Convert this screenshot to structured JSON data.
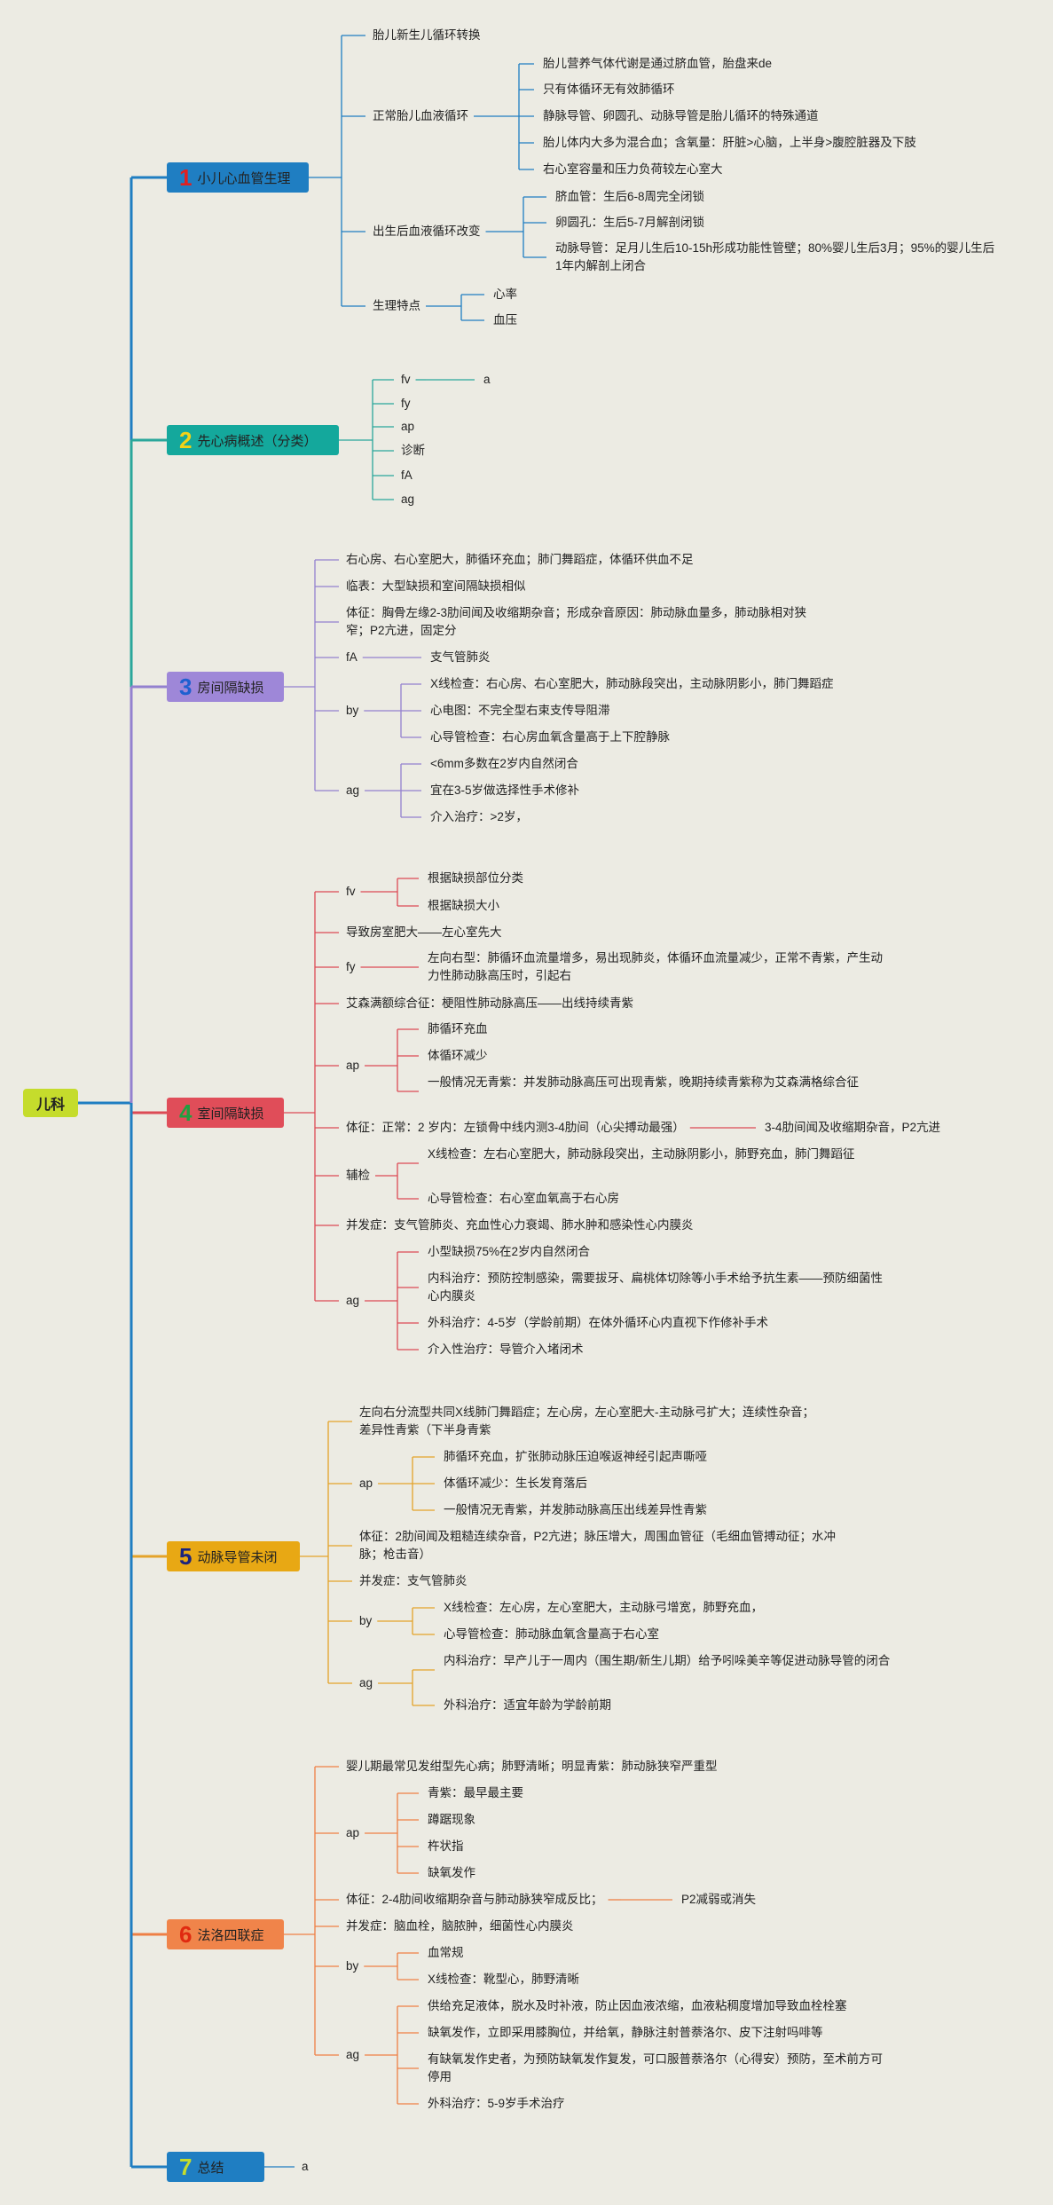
{
  "root": {
    "label": "儿科",
    "color": "#c5dc2c"
  },
  "sections": [
    {
      "num": "1",
      "label": "小儿心血管生理",
      "fill": "#1f7ec2",
      "num_color": "#e02020",
      "line": "#1f7ec2",
      "children": [
        {
          "label": "胎儿新生儿循环转换"
        },
        {
          "label": "正常胎儿血液循环",
          "children": [
            {
              "label": "胎儿营养气体代谢是通过脐血管，胎盘来de"
            },
            {
              "label": "只有体循环无有效肺循环"
            },
            {
              "label": "静脉导管、卵圆孔、动脉导管是胎儿循环的特殊通道"
            },
            {
              "label": "胎儿体内大多为混合血；含氧量：肝脏>心脑，上半身>腹腔脏器及下肢"
            },
            {
              "label": "右心室容量和压力负荷较左心室大"
            }
          ]
        },
        {
          "label": "出生后血液循环改变",
          "children": [
            {
              "label": "脐血管：生后6-8周完全闭锁"
            },
            {
              "label": "卵圆孔：生后5-7月解剖闭锁"
            },
            {
              "label": "动脉导管：足月儿生后10-15h形成功能性管壁；80%婴儿生后3月；95%的婴儿生后1年内解剖上闭合"
            }
          ]
        },
        {
          "label": "生理特点",
          "children": [
            {
              "label": "心率"
            },
            {
              "label": "血压"
            }
          ]
        }
      ]
    },
    {
      "num": "2",
      "label": "先心病概述（分类）",
      "fill": "#14a89c",
      "num_color": "#f2d218",
      "line": "#2aa79b",
      "children": [
        {
          "label": "fv",
          "children": [
            {
              "label": "a"
            }
          ]
        },
        {
          "label": "fy"
        },
        {
          "label": "ap"
        },
        {
          "label": "诊断"
        },
        {
          "label": "fA"
        },
        {
          "label": "ag"
        }
      ]
    },
    {
      "num": "3",
      "label": "房间隔缺损",
      "fill": "#9e87d8",
      "num_color": "#1f60d0",
      "line": "#9381cf",
      "children": [
        {
          "label": "右心房、右心室肥大，肺循环充血；肺门舞蹈症，体循环供血不足"
        },
        {
          "label": "临表：大型缺损和室间隔缺损相似"
        },
        {
          "label": "体征：胸骨左缘2-3肋间闻及收缩期杂音；形成杂音原因：肺动脉血量多，肺动脉相对狭窄；P2亢进，固定分"
        },
        {
          "label": "fA",
          "children": [
            {
              "label": "支气管肺炎"
            }
          ]
        },
        {
          "label": "by",
          "children": [
            {
              "label": "X线检查：右心房、右心室肥大，肺动脉段突出，主动脉阴影小，肺门舞蹈症"
            },
            {
              "label": "心电图：不完全型右束支传导阻滞"
            },
            {
              "label": "心导管检查：右心房血氧含量高于上下腔静脉"
            }
          ]
        },
        {
          "label": "ag",
          "children": [
            {
              "label": "<6mm多数在2岁内自然闭合"
            },
            {
              "label": "宜在3-5岁做选择性手术修补"
            },
            {
              "label": "介入治疗：>2岁，"
            }
          ]
        }
      ]
    },
    {
      "num": "4",
      "label": "室间隔缺损",
      "fill": "#e04d59",
      "num_color": "#1fa040",
      "line": "#dc4a55",
      "children": [
        {
          "label": "fv",
          "children": [
            {
              "label": "根据缺损部位分类"
            },
            {
              "label": "根据缺损大小"
            }
          ]
        },
        {
          "label": "导致房室肥大——左心室先大"
        },
        {
          "label": "fy",
          "children": [
            {
              "label": "左向右型：肺循环血流量增多，易出现肺炎，体循环血流量减少，正常不青紫，产生动力性肺动脉高压时，引起右"
            }
          ]
        },
        {
          "label": "艾森满额综合征：梗阻性肺动脉高压——出线持续青紫"
        },
        {
          "label": "ap",
          "children": [
            {
              "label": "肺循环充血"
            },
            {
              "label": "体循环减少"
            },
            {
              "label": "一般情况无青紫：并发肺动脉高压可出现青紫，晚期持续青紫称为艾森满格综合征"
            }
          ]
        },
        {
          "label": "体征：正常：2 岁内：左锁骨中线内测3-4肋间（心尖搏动最强）",
          "children": [
            {
              "label": "3-4肋间闻及收缩期杂音，P2亢进"
            }
          ]
        },
        {
          "label": "辅检",
          "children": [
            {
              "label": "X线检查：左右心室肥大，肺动脉段突出，主动脉阴影小，肺野充血，肺门舞蹈征"
            },
            {
              "label": "心导管检查：右心室血氧高于右心房"
            }
          ]
        },
        {
          "label": "并发症：支气管肺炎、充血性心力衰竭、肺水肿和感染性心内膜炎"
        },
        {
          "label": "ag",
          "children": [
            {
              "label": "小型缺损75%在2岁内自然闭合"
            },
            {
              "label": "内科治疗：预防控制感染，需要拔牙、扁桃体切除等小手术给予抗生素——预防细菌性心内膜炎"
            },
            {
              "label": "外科治疗：4-5岁（学龄前期）在体外循环心内直视下作修补手术"
            },
            {
              "label": "介入性治疗：导管介入堵闭术"
            }
          ]
        }
      ]
    },
    {
      "num": "5",
      "label": "动脉导管未闭",
      "fill": "#e8a814",
      "num_color": "#1a237e",
      "line": "#e4a32a",
      "children": [
        {
          "label": "左向右分流型共同X线肺门舞蹈症；左心房，左心室肥大-主动脉弓扩大；连续性杂音；差异性青紫（下半身青紫"
        },
        {
          "label": "ap",
          "children": [
            {
              "label": "肺循环充血，扩张肺动脉压迫喉返神经引起声嘶哑"
            },
            {
              "label": "体循环减少：生长发育落后"
            },
            {
              "label": "一般情况无青紫，并发肺动脉高压出线差异性青紫"
            }
          ]
        },
        {
          "label": "体征：2肋间闻及粗糙连续杂音，P2亢进；脉压增大，周围血管征（毛细血管搏动征；水冲脉；枪击音）"
        },
        {
          "label": "并发症：支气管肺炎"
        },
        {
          "label": "by",
          "children": [
            {
              "label": "X线检查：左心房，左心室肥大，主动脉弓增宽，肺野充血，"
            },
            {
              "label": "心导管检查：肺动脉血氧含量高于右心室"
            }
          ]
        },
        {
          "label": "ag",
          "children": [
            {
              "label": "内科治疗：早产儿于一周内（围生期/新生儿期）给予吲哚美辛等促进动脉导管的闭合"
            },
            {
              "label": "外科治疗：适宜年龄为学龄前期"
            }
          ]
        }
      ]
    },
    {
      "num": "6",
      "label": "法洛四联症",
      "fill": "#f0844a",
      "num_color": "#e02a10",
      "line": "#ee7f45",
      "children": [
        {
          "label": "婴儿期最常见发绀型先心病；肺野清晰；明显青紫：肺动脉狭窄严重型"
        },
        {
          "label": "ap",
          "children": [
            {
              "label": "青紫：最早最主要"
            },
            {
              "label": "蹲踞现象"
            },
            {
              "label": "杵状指"
            },
            {
              "label": "缺氧发作"
            }
          ]
        },
        {
          "label": "体征：2-4肋间收缩期杂音与肺动脉狭窄成反比；",
          "children": [
            {
              "label": "P2减弱或消失"
            }
          ]
        },
        {
          "label": "并发症：脑血栓，脑脓肿，细菌性心内膜炎"
        },
        {
          "label": "by",
          "children": [
            {
              "label": "血常规"
            },
            {
              "label": "X线检查：靴型心，肺野清晰"
            }
          ]
        },
        {
          "label": "ag",
          "children": [
            {
              "label": "供给充足液体，脱水及时补液，防止因血液浓缩，血液粘稠度增加导致血栓栓塞"
            },
            {
              "label": "缺氧发作，立即采用膝胸位，并给氧，静脉注射普萘洛尔、皮下注射吗啡等"
            },
            {
              "label": "有缺氧发作史者，为预防缺氧发作复发，可口服普萘洛尔（心得安）预防，至术前方可停用"
            },
            {
              "label": "外科治疗：5-9岁手术治疗"
            }
          ]
        }
      ]
    },
    {
      "num": "7",
      "label": "总结",
      "fill": "#1f7ec2",
      "num_color": "#c5dc2c",
      "line": "#1f7ec2",
      "children": [
        {
          "label": "a"
        }
      ]
    }
  ]
}
